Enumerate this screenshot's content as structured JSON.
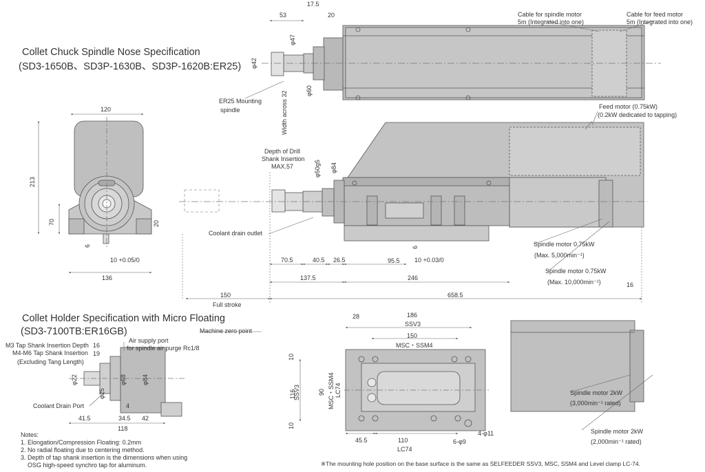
{
  "titles": {
    "collet_chuck": "Collet Chuck Spindle Nose Specification",
    "collet_chuck_models": "(SD3-1650B、SD3P-1630B、SD3P-1620B:ER25)",
    "collet_holder": "Collet Holder Specification with Micro Floating",
    "collet_holder_model": "(SD3-7100TB:ER16GB)"
  },
  "callouts": {
    "cable_spindle": "Cable for spindle motor",
    "cable_spindle_len": "5m (Integrated into one)",
    "cable_feed": "Cable for feed motor",
    "cable_feed_len": "5m (Integrated into one)",
    "er25_mount": "ER25 Mounting",
    "er25_spindle": "spindle",
    "width_across": "Width across 32",
    "feed_motor": "Feed motor (0.75kW)",
    "feed_motor_note": "(0.2kW dedicated to tapping)",
    "depth_drill_1": "Depth of Drill",
    "depth_drill_2": "Shank Insertion",
    "depth_drill_3": "MAX.57",
    "coolant_outlet": "Coolant drain outlet",
    "spindle_075_a": "Spindle motor 0.75kW",
    "spindle_075_a_note": "(Max. 5,000min⁻¹)",
    "spindle_075_b": "Spindle motor 0.75kW",
    "spindle_075_b_note": "(Max. 10,000min⁻¹)",
    "full_stroke": "Full stroke",
    "machine_zero": "Machine zero point",
    "m3_tap": "M3 Tap Shank Insertion Depth",
    "m4_tap": "M4-M6 Tap Shank Insertion",
    "excl_tang": "(Excluding Tang Length)",
    "air_supply": "Air supply port",
    "air_supply_2": "for spindle air purge Rc1/8",
    "coolant_port": "Coolant Drain Port",
    "spindle_2kw_a": "Spindle motor 2kW",
    "spindle_2kw_a_note": "(3,000min⁻¹ rated)",
    "spindle_2kw_b": "Spindle motor 2kW",
    "spindle_2kw_b_note": "(2,000min⁻¹ rated)",
    "ssv3": "SSV3",
    "msc_ssm4": "MSC・SSM4",
    "msc_ssm4_lc74": "MSC・SSM4",
    "lc74_v": "LC74",
    "lc74": "LC74",
    "holes_9": "6-φ9",
    "holes_11": "4-φ11"
  },
  "dims": {
    "d53": "53",
    "d17_5": "17.5",
    "d20a": "20",
    "phi47": "φ47",
    "phi42": "φ42",
    "phi60": "φ60",
    "d120": "120",
    "d213": "213",
    "d70": "70",
    "d20b": "20",
    "d6": "6",
    "d10tol": "10 +0.05/0",
    "d136": "136",
    "phi50": "φ50g5",
    "phi84a": "φ84",
    "d70_5": "70.5",
    "d40_5": "40.5",
    "d26_5": "26.5",
    "d95_5": "95.5",
    "d10tolb": "10 +0.03/0",
    "d6b": "6",
    "d137_5": "137.5",
    "d246": "246",
    "d150": "150",
    "d658_5": "658.5",
    "d16a": "16",
    "d16b": "16",
    "d19": "19",
    "phi22": "φ22",
    "phi25": "φ25",
    "phi68": "φ68",
    "phi84b": "φ84",
    "d4": "4",
    "d41_5": "41.5",
    "d34_5": "34.5",
    "d42": "42",
    "d118": "118",
    "d28": "28",
    "d186": "186",
    "d150b": "150",
    "d10c": "10",
    "d116": "116",
    "d90": "90",
    "d10d": "10",
    "d45_5": "45.5",
    "d110": "110"
  },
  "notes": {
    "heading": "Notes:",
    "n1": "1. Elongation/Compression Floating: 0.2mm",
    "n2": "2. No radial floating due to centering method.",
    "n3a": "3. Depth of tap shank insertion is the dimensions when using",
    "n3b": "OSG high-speed synchro tap for aluminum."
  },
  "footnote": "※The mounting hole position on the base surface is the same as SELFEEDER SSV3, MSC, SSM4 and Level clamp LC-74."
}
